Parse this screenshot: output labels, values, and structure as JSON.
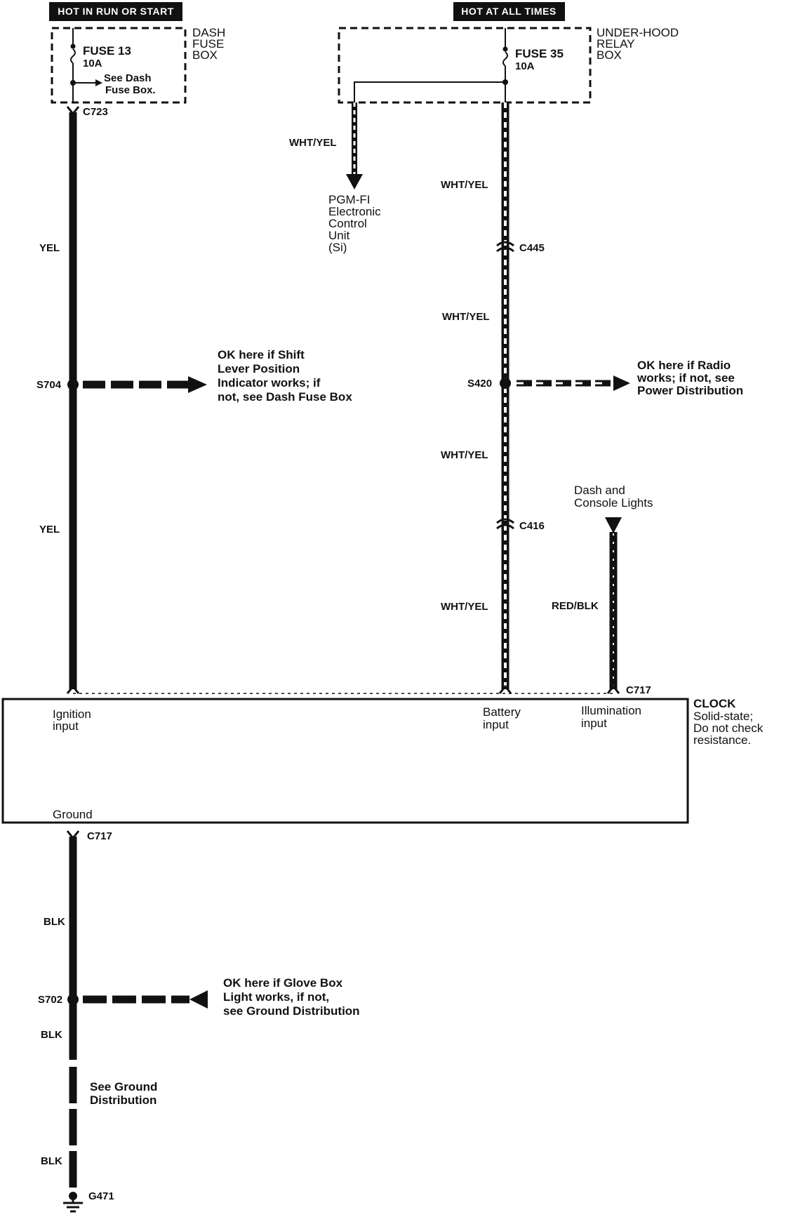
{
  "headers": {
    "left": "HOT IN RUN OR START",
    "right": "HOT AT ALL TIMES"
  },
  "dash_fuse_box": {
    "title": [
      "DASH",
      "FUSE",
      "BOX"
    ],
    "fuse_name": "FUSE 13",
    "fuse_rating": "10A",
    "see_note": [
      "See Dash",
      "Fuse Box."
    ]
  },
  "underhood_relay_box": {
    "title": [
      "UNDER-HOOD",
      "RELAY",
      "BOX"
    ],
    "fuse_name": "FUSE 35",
    "fuse_rating": "10A"
  },
  "ecu": {
    "wire": "WHT/YEL",
    "label": [
      "PGM-FI",
      "Electronic",
      "Control",
      "Unit",
      "(Si)"
    ]
  },
  "left_circuit": {
    "connector_top": "C723",
    "wire_upper": "YEL",
    "splice": "S704",
    "splice_note": [
      "OK here if Shift",
      "Lever Position",
      "Indicator works; if",
      "not, see Dash Fuse Box"
    ],
    "wire_lower": "YEL"
  },
  "right_circuit": {
    "wire_1": "WHT/YEL",
    "connector_1": "C445",
    "wire_2": "WHT/YEL",
    "splice": "S420",
    "splice_note": [
      "OK here if Radio",
      "works; if not, see",
      "Power Distribution"
    ],
    "wire_3": "WHT/YEL",
    "connector_2": "C416",
    "wire_4": "WHT/YEL"
  },
  "illumination": {
    "source": [
      "Dash and",
      "Console Lights"
    ],
    "wire": "RED/BLK",
    "connector": "C717"
  },
  "clock": {
    "title": "CLOCK",
    "notes": [
      "Solid-state;",
      "Do not check",
      "resistance."
    ],
    "ports": {
      "ignition": [
        "Ignition",
        "input"
      ],
      "battery": [
        "Battery",
        "input"
      ],
      "illumination": [
        "Illumination",
        "input"
      ],
      "ground": "Ground"
    }
  },
  "ground_circuit": {
    "connector": "C717",
    "wire_1": "BLK",
    "splice": "S702",
    "splice_note": [
      "OK here if Glove Box",
      "Light works, if not,",
      "see Ground Distribution"
    ],
    "wire_2": "BLK",
    "see_note": [
      "See Ground",
      "Distribution"
    ],
    "wire_3": "BLK",
    "ground_point": "G471"
  }
}
